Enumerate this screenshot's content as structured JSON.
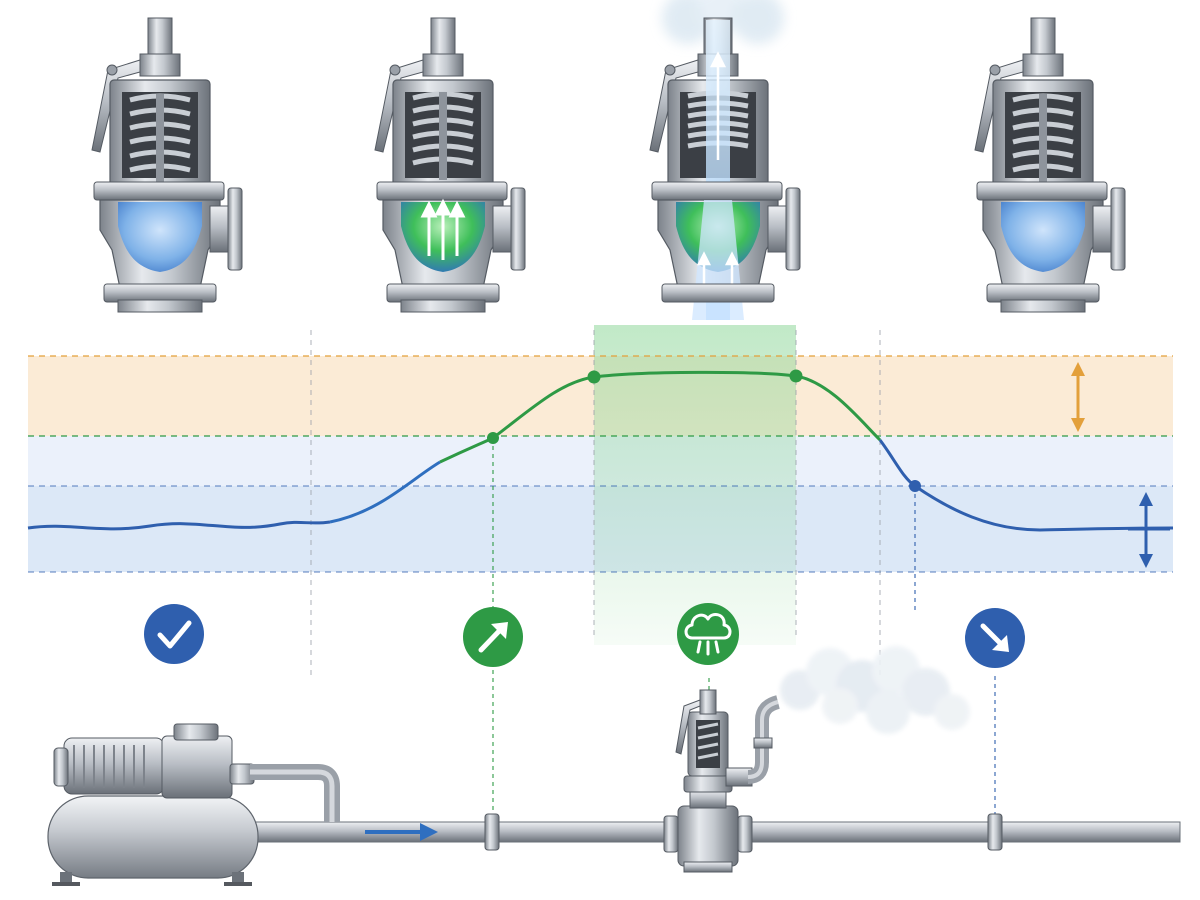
{
  "colors": {
    "normal_blue": "#2f5fae",
    "opening_green": "#2e9a45",
    "relief_orange": "#e3a03b",
    "steel_light": "#d7dbe0",
    "steel_mid": "#a8aeb6",
    "steel_dark": "#5e646c",
    "fluid_blue": "#7fb2e8",
    "steam_white": "#e9eef3"
  },
  "stages": [
    {
      "id": "closed",
      "status_icon": "checkmark-icon",
      "valve_state": "closed"
    },
    {
      "id": "opening",
      "status_icon": "arrow-up-right-icon",
      "valve_state": "opening"
    },
    {
      "id": "relieving",
      "status_icon": "steam-cloud-icon",
      "valve_state": "fully-open"
    },
    {
      "id": "reseating",
      "status_icon": "arrow-down-right-icon",
      "valve_state": "closed"
    }
  ],
  "bands": {
    "relief_band": "overpressure",
    "normal_band": "operating-pressure"
  },
  "icons": {
    "relief_range": "double-arrow-vertical-icon",
    "normal_range": "double-arrow-vertical-icon",
    "flow": "flow-arrow-icon"
  }
}
